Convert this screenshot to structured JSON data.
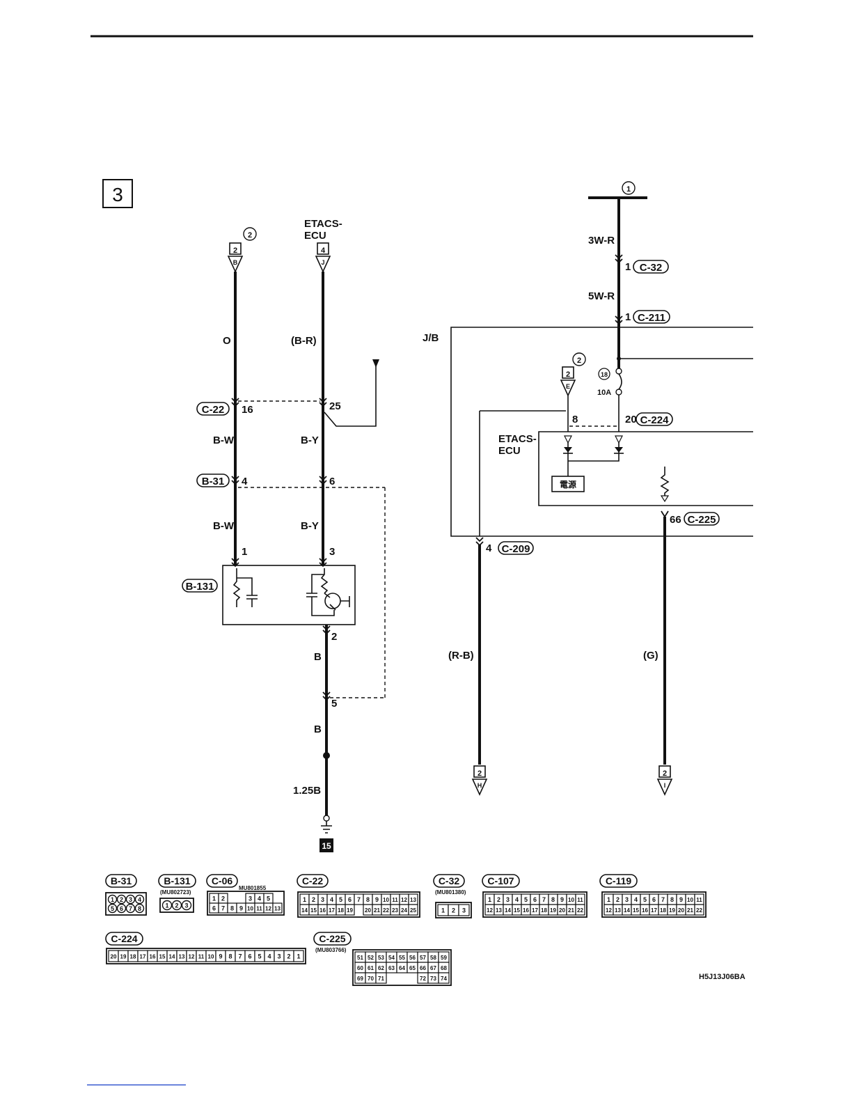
{
  "page": {
    "section_number": "3",
    "figure_code": "H5J13J06BA",
    "ground_ref": "15"
  },
  "refs": {
    "circle_1": "①",
    "circle_2a": "②",
    "circle_2b": "②",
    "sheet_2": "2",
    "sheet_4": "4",
    "fuse_18": "⑱"
  },
  "arrows": {
    "b": "B",
    "j": "J",
    "e": "E",
    "h": "H",
    "i": "I"
  },
  "labels": {
    "etacs_ecu_top": "ETACS-",
    "etacs_ecu_bottom": "ECU",
    "jb": "J/B",
    "fuse_rating": "10A",
    "power_kanji": "電源"
  },
  "wires": {
    "w_3wr": "3W-R",
    "w_5wr": "5W-R",
    "w_o": "O",
    "w_br": "(B-R)",
    "w_bw1": "B-W",
    "w_by1": "B-Y",
    "w_bw2": "B-W",
    "w_by2": "B-Y",
    "w_b1": "B",
    "w_b2": "B",
    "w_125b": "1.25B",
    "w_rb": "(R-B)",
    "w_g": "(G)"
  },
  "pins": {
    "p_c32": "1",
    "p_c211": "1",
    "p_c22_16": "16",
    "p_c22_25": "25",
    "p_b31_4": "4",
    "p_b31_6": "6",
    "p_b131_1": "1",
    "p_b131_3": "3",
    "p_b131_2": "2",
    "p_5": "5",
    "p_8": "8",
    "p_c224_20": "20",
    "p_c225_66": "66",
    "p_c209_4": "4"
  },
  "connectors": {
    "c32": "C-32",
    "c211": "C-211",
    "c22": "C-22",
    "b31": "B-31",
    "b131": "B-131",
    "c224": "C-224",
    "c225": "C-225",
    "c209": "C-209"
  },
  "legend": {
    "b31": {
      "name": "B-31",
      "rows": [
        [
          "1",
          "2",
          "3",
          "4"
        ],
        [
          "5",
          "6",
          "7",
          "8"
        ]
      ]
    },
    "b131": {
      "name": "B-131",
      "part": "(MU802723)",
      "rows": [
        [
          "1",
          "2",
          "3"
        ]
      ]
    },
    "c06": {
      "name": "C-06",
      "part": "MU801855",
      "rows": [
        [
          "1",
          "2",
          "",
          "",
          "3",
          "4",
          "5"
        ],
        [
          "6",
          "7",
          "8",
          "9",
          "10",
          "11",
          "12",
          "13"
        ]
      ]
    },
    "c22": {
      "name": "C-22",
      "rows": [
        [
          "1",
          "2",
          "3",
          "4",
          "5",
          "6",
          "7",
          "8",
          "9",
          "10",
          "11",
          "12",
          "13"
        ],
        [
          "14",
          "15",
          "16",
          "17",
          "18",
          "19",
          "",
          "20",
          "21",
          "22",
          "23",
          "24",
          "25"
        ]
      ]
    },
    "c32": {
      "name": "C-32",
      "part": "(MU801380)",
      "rows": [
        [
          "1",
          "2",
          "3"
        ]
      ]
    },
    "c107": {
      "name": "C-107",
      "rows": [
        [
          "1",
          "2",
          "3",
          "4",
          "5",
          "6",
          "7",
          "8",
          "9",
          "10",
          "11"
        ],
        [
          "12",
          "13",
          "14",
          "15",
          "16",
          "17",
          "18",
          "19",
          "20",
          "21",
          "22"
        ]
      ]
    },
    "c119": {
      "name": "C-119",
      "rows": [
        [
          "1",
          "2",
          "3",
          "4",
          "5",
          "6",
          "7",
          "8",
          "9",
          "10",
          "11"
        ],
        [
          "12",
          "13",
          "14",
          "15",
          "16",
          "17",
          "18",
          "19",
          "20",
          "21",
          "22"
        ]
      ]
    },
    "c224": {
      "name": "C-224",
      "rows": [
        [
          "20",
          "19",
          "18",
          "17",
          "16",
          "15",
          "14",
          "13",
          "12",
          "11",
          "10",
          "9",
          "8",
          "7",
          "6",
          "5",
          "4",
          "3",
          "2",
          "1"
        ]
      ]
    },
    "c225": {
      "name": "C-225",
      "part": "(MU803766)",
      "rows": [
        [
          "51",
          "52",
          "53",
          "54",
          "55",
          "56",
          "57",
          "58",
          "59"
        ],
        [
          "60",
          "61",
          "62",
          "63",
          "64",
          "65",
          "66",
          "67",
          "68"
        ],
        [
          "69",
          "70",
          "71",
          "",
          "",
          "",
          "72",
          "73",
          "74"
        ]
      ]
    }
  }
}
